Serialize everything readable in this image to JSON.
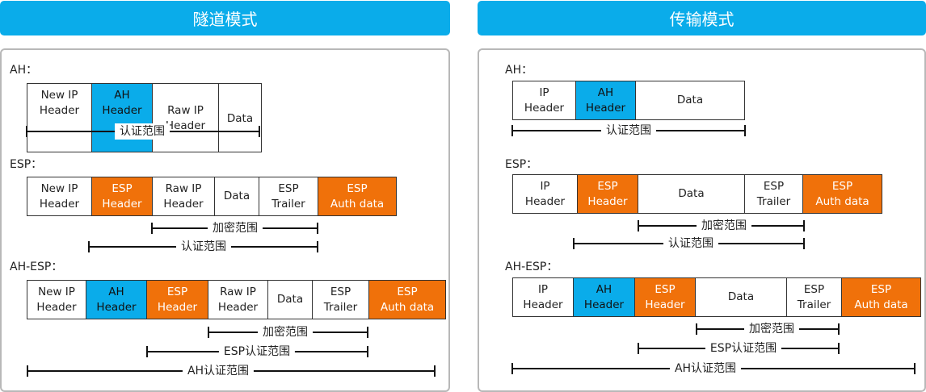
{
  "tunnel": {
    "title": "隧道模式",
    "ah": {
      "label": "AH：",
      "fields": [
        "New IP\nHeader",
        "AH\nHeader",
        "Raw IP\nHeader",
        "Data"
      ],
      "range": "认证范围"
    },
    "esp": {
      "label": "ESP：",
      "fields": [
        "New IP\nHeader",
        "ESP\nHeader",
        "Raw IP\nHeader",
        "Data",
        "ESP\nTrailer",
        "ESP\nAuth data"
      ],
      "enc_range": "加密范围",
      "auth_range": "认证范围"
    },
    "ahesp": {
      "label": "AH-ESP：",
      "fields": [
        "New IP\nHeader",
        "AH\nHeader",
        "ESP\nHeader",
        "Raw IP\nHeader",
        "Data",
        "ESP\nTrailer",
        "ESP\nAuth data"
      ],
      "enc_range": "加密范围",
      "esp_auth_range": "ESP认证范围",
      "ah_auth_range": "AH认证范围"
    }
  },
  "transport": {
    "title": "传输模式",
    "ah": {
      "label": "AH：",
      "fields": [
        "IP\nHeader",
        "AH\nHeader",
        "Data"
      ],
      "range": "认证范围"
    },
    "esp": {
      "label": "ESP：",
      "fields": [
        "IP\nHeader",
        "ESP\nHeader",
        "Data",
        "ESP\nTrailer",
        "ESP\nAuth data"
      ],
      "enc_range": "加密范围",
      "auth_range": "认证范围"
    },
    "ahesp": {
      "label": "AH-ESP：",
      "fields": [
        "IP\nHeader",
        "AH\nHeader",
        "ESP\nHeader",
        "Data",
        "ESP\nTrailer",
        "ESP\nAuth data"
      ],
      "enc_range": "加密范围",
      "esp_auth_range": "ESP认证范围",
      "ah_auth_range": "AH认证范围"
    }
  },
  "colors": {
    "header": "#0aacea",
    "ah_field": "#0aacea",
    "esp_field": "#f0710a"
  }
}
